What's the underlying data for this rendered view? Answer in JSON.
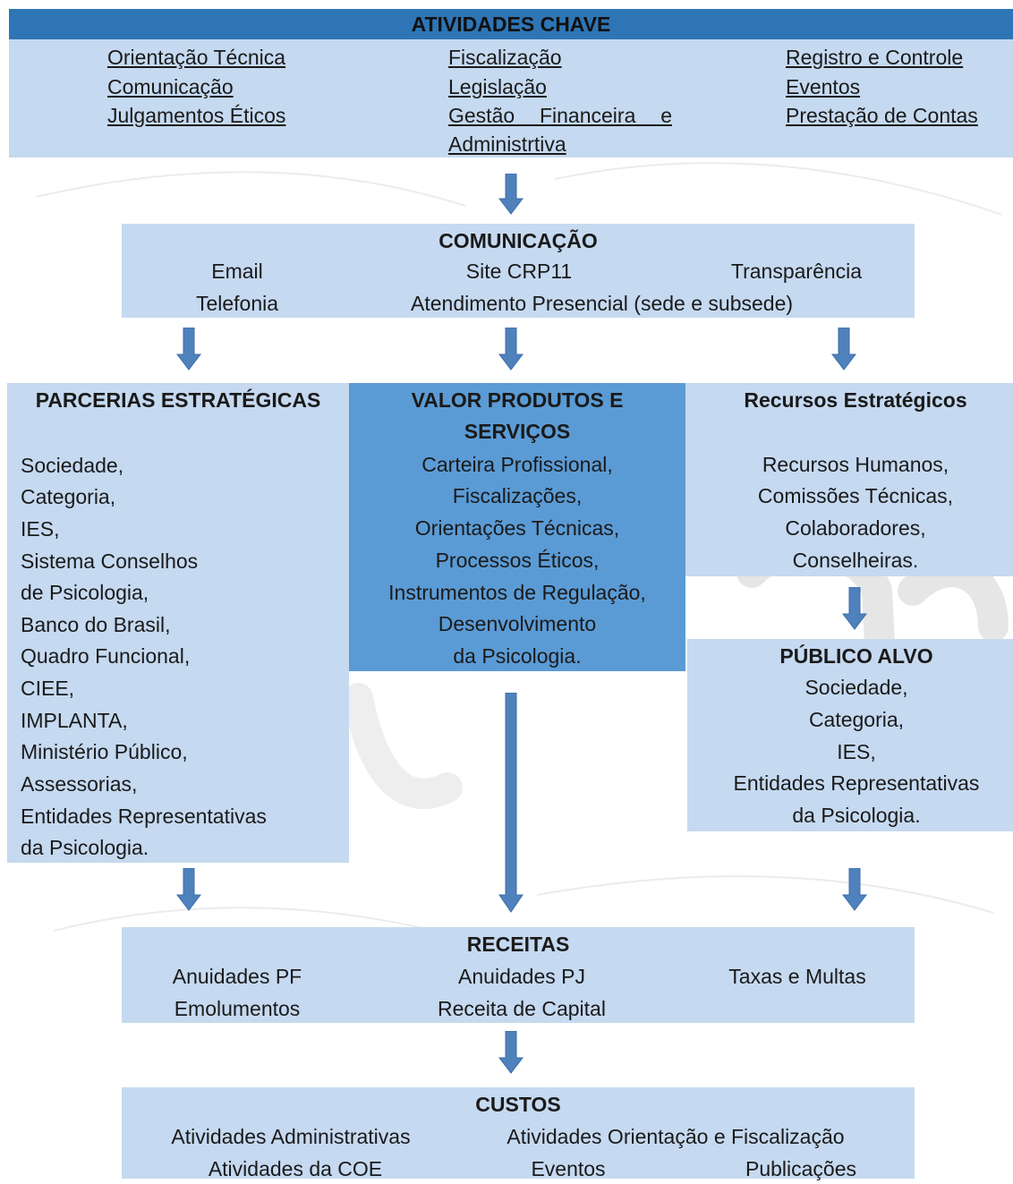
{
  "atividades_chave": {
    "title": "ATIVIDADES CHAVE",
    "col1": [
      "Orientação Técnica",
      "Comunicação",
      "Julgamentos Éticos"
    ],
    "col2": [
      "Fiscalização",
      "Legislação",
      "Gestão Financeira e",
      "Administrtiva"
    ],
    "col3": [
      "Registro e Controle",
      "Eventos",
      "Prestação de Contas"
    ]
  },
  "comunicacao": {
    "title": "COMUNICAÇÃO",
    "email": "Email",
    "site": "Site CRP11",
    "transparencia": "Transparência",
    "telefonia": "Telefonia",
    "atendimento": "Atendimento Presencial (sede e subsede)"
  },
  "parcerias": {
    "title": "PARCERIAS ESTRATÉGICAS",
    "items": [
      "Sociedade,",
      "Categoria,",
      "IES,",
      "Sistema Conselhos",
      "de Psicologia,",
      "Banco do Brasil,",
      "Quadro Funcional,",
      "CIEE,",
      "IMPLANTA,",
      "Ministério Público,",
      "Assessorias,",
      "Entidades Representativas",
      "da Psicologia."
    ]
  },
  "valor": {
    "title_line1": "VALOR PRODUTOS E",
    "title_line2": "SERVIÇOS",
    "items": [
      "Carteira Profissional,",
      "Fiscalizações,",
      "Orientações Técnicas,",
      "Processos Éticos,",
      "Instrumentos de Regulação,",
      "Desenvolvimento",
      "da Psicologia."
    ]
  },
  "recursos": {
    "title": "Recursos Estratégicos",
    "items": [
      "Recursos Humanos,",
      "Comissões Técnicas,",
      "Colaboradores,",
      "Conselheiras."
    ]
  },
  "publico": {
    "title": "PÚBLICO ALVO",
    "items": [
      "Sociedade,",
      "Categoria,",
      "IES,",
      "Entidades Representativas",
      "da Psicologia."
    ]
  },
  "receitas": {
    "title": "RECEITAS",
    "anuidades_pf": "Anuidades PF",
    "anuidades_pj": "Anuidades PJ",
    "taxas": "Taxas e Multas",
    "emolumentos": "Emolumentos",
    "receita_capital": "Receita de Capital"
  },
  "custos": {
    "title": "CUSTOS",
    "adm": "Atividades Administrativas",
    "orient": "Atividades Orientação e Fiscalização",
    "coe": "Atividades da COE",
    "eventos": "Eventos",
    "publicacoes": "Publicações"
  },
  "colors": {
    "light_box": "#c5d9f0",
    "dark_box": "#5b9bd5",
    "header_band": "#2e75b6",
    "arrow": "#4f81bd"
  }
}
